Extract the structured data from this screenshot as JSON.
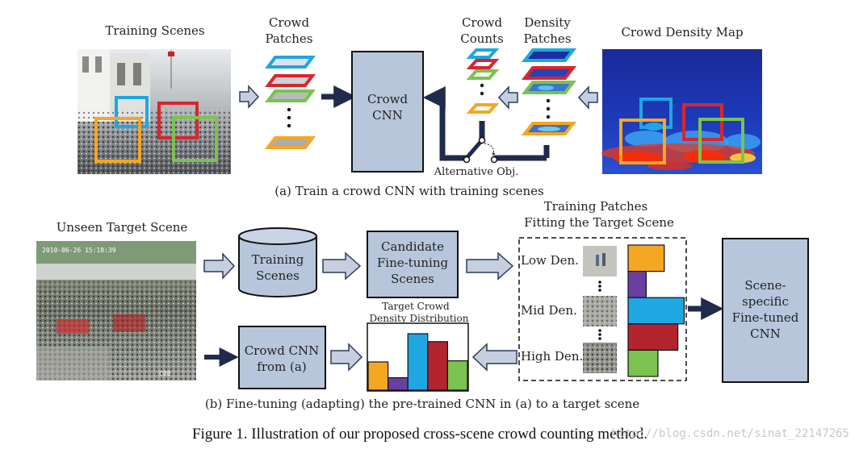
{
  "top": {
    "training_scenes_label": "Training Scenes",
    "crowd_patches_label": [
      "Crowd",
      "Patches"
    ],
    "crowd_cnn_label": [
      "Crowd",
      "CNN"
    ],
    "crowd_counts_label": [
      "Crowd",
      "Counts"
    ],
    "density_patches_label": [
      "Density",
      "Patches"
    ],
    "density_map_label": "Crowd Density Map",
    "alternative_label": "Alternative Obj.",
    "subcaption": "(a) Train a crowd CNN with training scenes"
  },
  "bottom": {
    "unseen_label": "Unseen Target Scene",
    "timestamp": "2010-06-26 15:18:39",
    "cam_tag": "C08",
    "training_scenes_db": [
      "Training",
      "Scenes"
    ],
    "candidate_label": [
      "Candidate",
      "Fine-tuning",
      "Scenes"
    ],
    "training_patches_label": [
      "Training Patches",
      "Fitting the Target Scene"
    ],
    "low_den": "Low Den.",
    "mid_den": "Mid Den.",
    "high_den": "High Den.",
    "crowd_cnn_from": [
      "Crowd CNN",
      "from (a)"
    ],
    "target_dist_label": [
      "Target Crowd",
      "Density Distribution"
    ],
    "scene_specific_label": [
      "Scene-",
      "specific",
      "Fine-tuned",
      "CNN"
    ],
    "subcaption": "(b) Fine-tuning (adapting) the pre-trained CNN in (a) to a target scene"
  },
  "figure_caption": "Figure 1. Illustration of our proposed cross-scene crowd counting method.",
  "watermark": "http://blog.csdn.net/sinat_22147265",
  "colors": {
    "orange": "#f5a623",
    "purple": "#6b3fa0",
    "blue": "#1ea7e1",
    "red": "#b3242e",
    "green": "#7bc24f",
    "box_fill": "#b8c6dc",
    "arrow": "#1f2a4d",
    "hollow_arrow_fill": "#c5cfe0"
  },
  "chart_data": [
    {
      "type": "bar",
      "title": "Target Crowd Density Distribution",
      "categories": [
        "",
        "",
        "",
        "",
        ""
      ],
      "values": [
        0.5,
        0.22,
        1.0,
        0.86,
        0.52
      ],
      "colors": [
        "#f5a623",
        "#6b3fa0",
        "#1ea7e1",
        "#b3242e",
        "#7bc24f"
      ],
      "ylim": [
        0,
        1
      ]
    },
    {
      "type": "bar",
      "orientation": "horizontal",
      "categories": [
        "",
        "",
        "",
        "",
        ""
      ],
      "values": [
        0.4,
        0.2,
        0.62,
        0.55,
        0.33
      ],
      "colors": [
        "#f5a623",
        "#6b3fa0",
        "#1ea7e1",
        "#b3242e",
        "#7bc24f"
      ],
      "xlim": [
        0,
        1
      ]
    }
  ]
}
